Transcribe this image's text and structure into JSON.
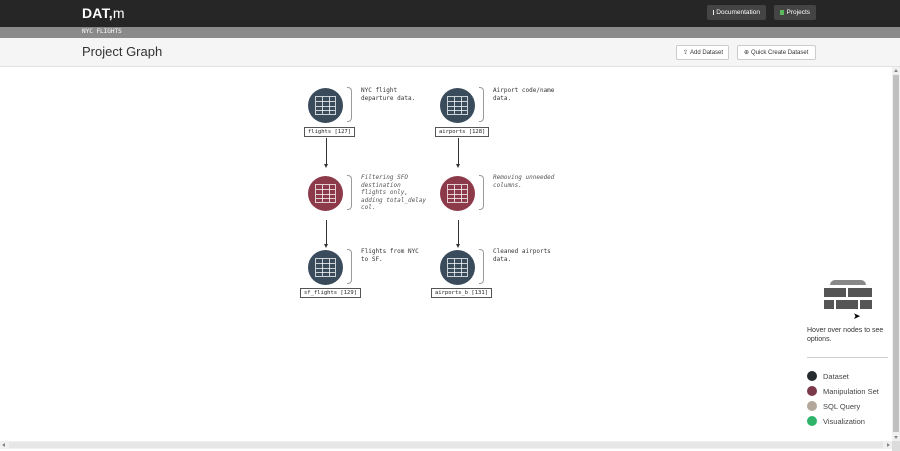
{
  "app": {
    "brand_main": "DAT,",
    "brand_suffix": "m"
  },
  "topnav": {
    "documentation": "Documentation",
    "projects": "Projects"
  },
  "breadcrumb": "NYC FLIGHTS",
  "header": {
    "title": "Project Graph",
    "add_dataset": "Add Dataset",
    "quick_create": "Quick Create Dataset"
  },
  "graph": {
    "nodes": [
      {
        "type": "Dataset",
        "label": "flights [127]",
        "note": "NYC flight departure data."
      },
      {
        "type": "Manipulation Set",
        "note": "Filtering SFO destination flights only, adding total_delay col."
      },
      {
        "type": "Dataset",
        "label": "sf_flights [129]",
        "note": "Flights from NYC to SF."
      },
      {
        "type": "Dataset",
        "label": "airports [128]",
        "note": "Airport code/name data."
      },
      {
        "type": "Manipulation Set",
        "note": "Removing unneeded columns."
      },
      {
        "type": "Dataset",
        "label": "airports_b [131]",
        "note": "Cleaned airports data."
      }
    ]
  },
  "sidebar": {
    "hover_text": "Hover over nodes to see options.",
    "legend": [
      {
        "label": "Dataset",
        "color": "#262b30"
      },
      {
        "label": "Manipulation Set",
        "color": "#7a3a4a"
      },
      {
        "label": "SQL Query",
        "color": "#b3a89a"
      },
      {
        "label": "Visualization",
        "color": "#2fb36b"
      }
    ]
  },
  "colors": {
    "dataset_node": "#3a4b5c",
    "manipulation_node": "#8c3a4a",
    "topbar": "#262626"
  }
}
